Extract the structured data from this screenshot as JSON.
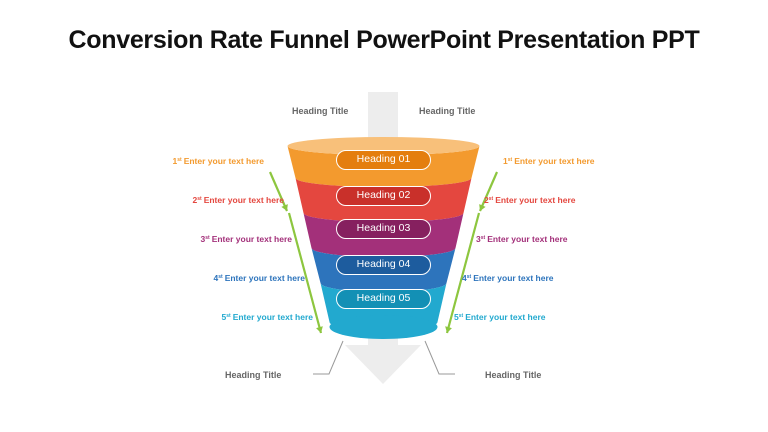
{
  "title": "Conversion Rate Funnel PowerPoint Presentation PPT",
  "heading_titles": {
    "top_left": "Heading Title",
    "top_right": "Heading Title",
    "bottom_left": "Heading Title",
    "bottom_right": "Heading Title"
  },
  "stages": [
    {
      "heading": "Heading 01",
      "sup": "st",
      "num": "1",
      "text": "Enter your text here",
      "color": "#F39A2E",
      "light": "#F8C07A",
      "dark": "#E47E0E"
    },
    {
      "heading": "Heading 02",
      "sup": "st",
      "num": "2",
      "text": "Enter your text here",
      "color": "#E4473F",
      "light": "#EE7C6F",
      "dark": "#C9302A"
    },
    {
      "heading": "Heading 03",
      "sup": "st",
      "num": "3",
      "text": "Enter your text here",
      "color": "#A3307A",
      "light": "#C0569A",
      "dark": "#86205F"
    },
    {
      "heading": "Heading 04",
      "sup": "st",
      "num": "4",
      "text": "Enter your text here",
      "color": "#2D74BC",
      "light": "#4E92D2",
      "dark": "#1D5C9E"
    },
    {
      "heading": "Heading 05",
      "sup": "st",
      "num": "5",
      "text": "Enter your text here",
      "color": "#22A9CF",
      "light": "#5CC4E3",
      "dark": "#1390B5"
    }
  ],
  "colors": {
    "arrow": "#EDEDED",
    "side_arrow": "#8DC63F",
    "connector": "#999999"
  }
}
